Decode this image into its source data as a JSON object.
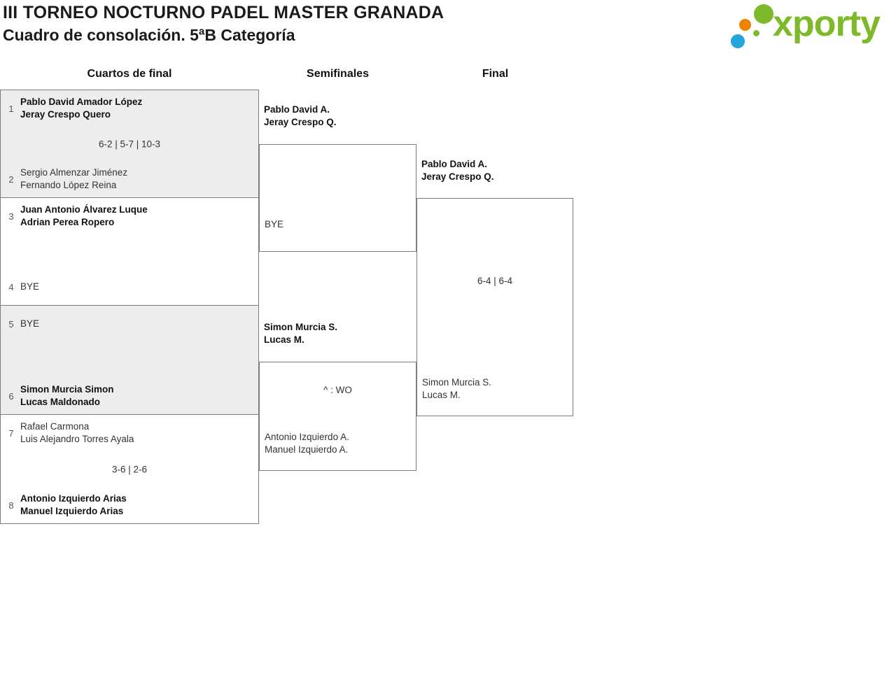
{
  "header": {
    "title": "III TORNEO NOCTURNO PADEL MASTER GRANADA",
    "subtitle": "Cuadro de consolación. 5ªB Categoría"
  },
  "logo": {
    "brand": "xporty"
  },
  "colors": {
    "brand_green": "#7db928",
    "dot_blue": "#25a5dc",
    "dot_orange": "#ef8200",
    "shaded_match_bg": "#ededed",
    "box_border": "#7d7d7d"
  },
  "round_headers": {
    "quarterfinals": "Cuartos de final",
    "semifinals": "Semifinales",
    "final": "Final"
  },
  "bracket": {
    "quarterfinals": [
      {
        "top_seed": "1",
        "top_player1": "Pablo David Amador López",
        "top_player2": "Jeray Crespo Quero",
        "score": "6-2 | 5-7 | 10-3",
        "bottom_seed": "2",
        "bottom_player1": "Sergio Almenzar Jiménez",
        "bottom_player2": "Fernando López Reina"
      },
      {
        "top_seed": "3",
        "top_player1": "Juan Antonio Álvarez Luque",
        "top_player2": "Adrian Perea Ropero",
        "score": "",
        "bottom_seed": "4",
        "bottom_player1": "BYE",
        "bottom_player2": ""
      },
      {
        "top_seed": "5",
        "top_player1": "BYE",
        "top_player2": "",
        "score": "",
        "bottom_seed": "6",
        "bottom_player1": "Simon Murcia Simon",
        "bottom_player2": "Lucas Maldonado"
      },
      {
        "top_seed": "7",
        "top_player1": "Rafael Carmona",
        "top_player2": "Luis Alejandro Torres Ayala",
        "score": "3-6 | 2-6",
        "bottom_seed": "8",
        "bottom_player1": "Antonio Izquierdo Arias",
        "bottom_player2": "Manuel Izquierdo Arias"
      }
    ],
    "semifinals": [
      {
        "top_player1": "Pablo David A.",
        "top_player2": "Jeray Crespo Q.",
        "score": "",
        "bottom_player1": "BYE",
        "bottom_player2": ""
      },
      {
        "top_player1": "Simon Murcia S.",
        "top_player2": "Lucas M.",
        "score": "^ : WO",
        "bottom_player1": "Antonio Izquierdo A.",
        "bottom_player2": "Manuel Izquierdo A."
      }
    ],
    "final": {
      "top_player1": "Pablo David A.",
      "top_player2": "Jeray Crespo Q.",
      "score": "6-4 | 6-4",
      "bottom_player1": "Simon Murcia S.",
      "bottom_player2": "Lucas M."
    }
  }
}
